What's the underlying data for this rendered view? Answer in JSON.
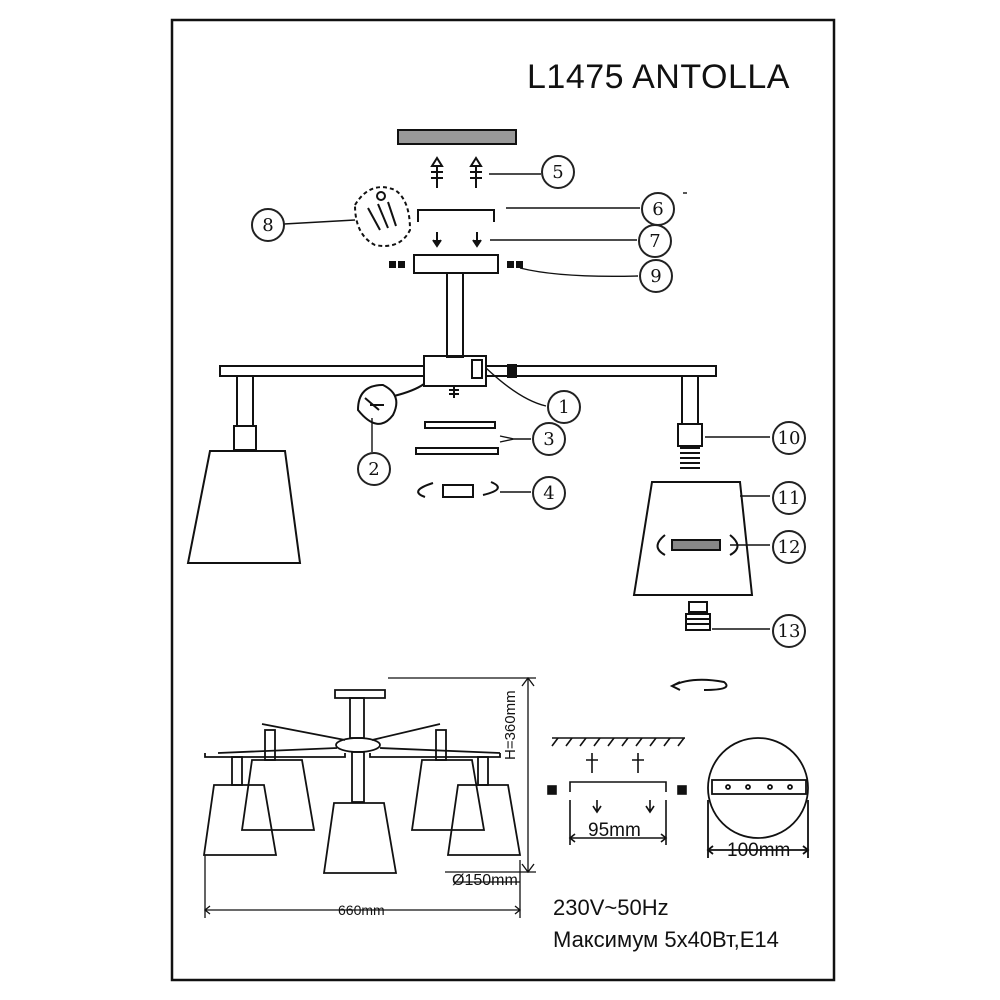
{
  "title": "L1475 ANTOLLA",
  "callouts": [
    "1",
    "2",
    "3",
    "4",
    "5",
    "6",
    "7",
    "8",
    "9",
    "10",
    "11",
    "12",
    "13"
  ],
  "dimensions": {
    "height": "H=360mm",
    "width": "660mm",
    "shade_diameter": "Ø150mm",
    "bracket_width": "95mm",
    "canopy_diameter": "100mm"
  },
  "specs": {
    "voltage": "230V~50Hz",
    "max_power": "Максимум 5х40Вт,E14"
  }
}
